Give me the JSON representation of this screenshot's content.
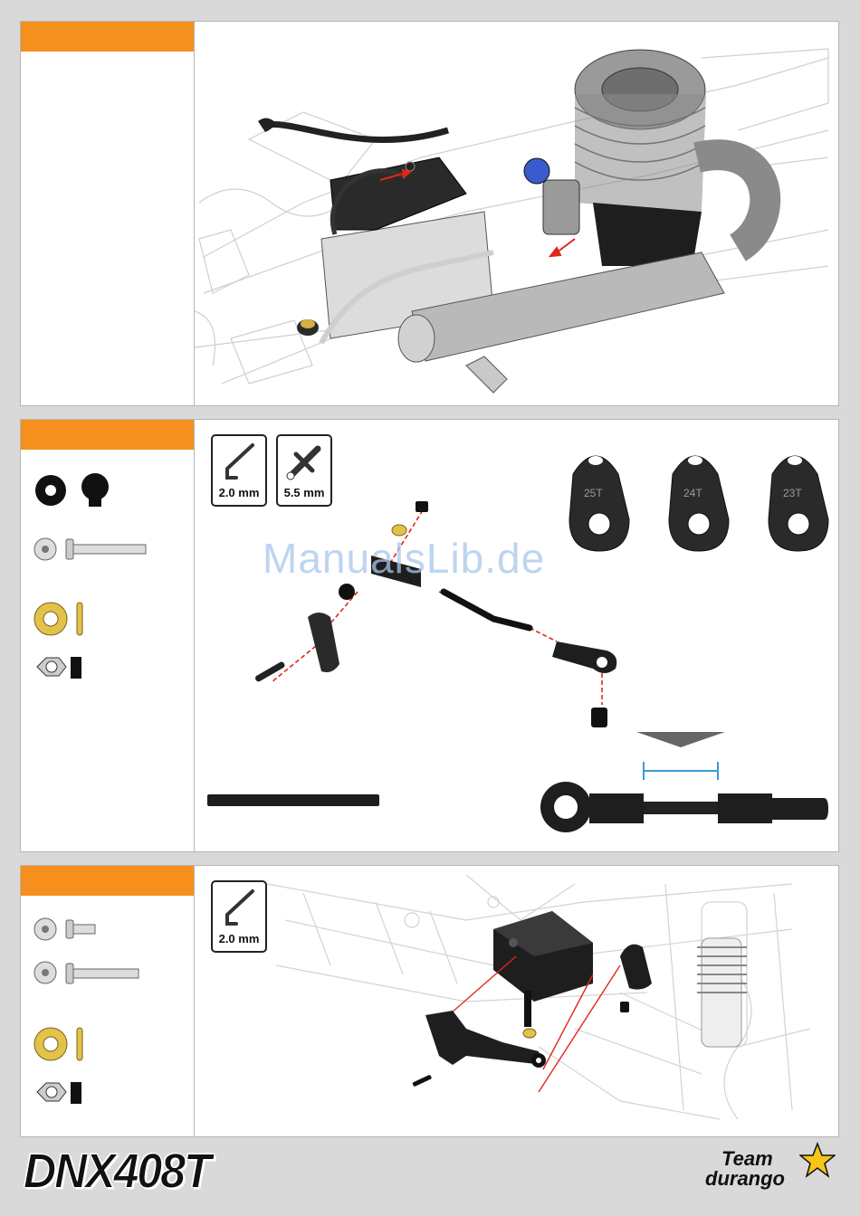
{
  "tools": {
    "hex_wrench": "2.0 mm",
    "cross_wrench": "5.5 mm"
  },
  "servo_saver_arms": [
    "25T",
    "24T",
    "23T"
  ],
  "watermark": "ManualsLib.de",
  "footer": {
    "model": "DNX408T",
    "logo_line1": "Team",
    "logo_line2": "durango"
  },
  "colors": {
    "tab_orange": "#f5901e",
    "accent_red": "#e0261b",
    "measure_blue": "#3a9bd5",
    "brass": "#e2c248"
  }
}
